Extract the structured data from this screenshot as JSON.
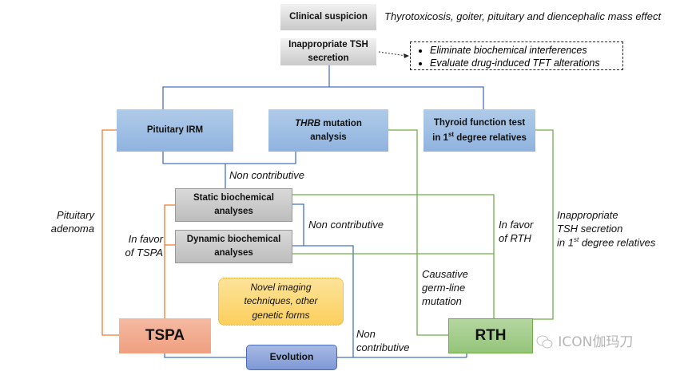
{
  "boxes": {
    "clinical_suspicion": "Clinical suspicion",
    "inappropriate_tsh_1": "Inappropriate TSH",
    "inappropriate_tsh_2": "secretion",
    "pituitary_irm": "Pituitary IRM",
    "thrb_italic": "THRB",
    "thrb_rest": " mutation",
    "thrb_line2": "analysis",
    "tft_line1": "Thyroid function test",
    "tft_line2_pre": "in 1",
    "tft_line2_sup": "st",
    "tft_line2_post": " degree relatives",
    "static_1": "Static biochemical",
    "static_2": "analyses",
    "dynamic_1": "Dynamic biochemical",
    "dynamic_2": "analyses",
    "novel_1": "Novel imaging",
    "novel_2": "techniques, other",
    "novel_3": "genetic forms",
    "tspa": "TSPA",
    "rth": "RTH",
    "evolution": "Evolution"
  },
  "notes": {
    "clinical_description": "Thyrotoxicosis, goiter, pituitary and diencephalic mass effect",
    "checklist": [
      "Eliminate biochemical interferences",
      "Evaluate drug-induced TFT alterations"
    ],
    "non_contributive_1": "Non contributive",
    "non_contributive_2": "Non contributive",
    "non_contributive_3a": "Non",
    "non_contributive_3b": "contributive",
    "pituitary_adenoma_1": "Pituitary",
    "pituitary_adenoma_2": "adenoma",
    "in_favor_tspa_1": "In favor",
    "in_favor_tspa_2": "of TSPA",
    "in_favor_rth_1": "In favor",
    "in_favor_rth_2": "of RTH",
    "causative_1": "Causative",
    "causative_2": "germ-line",
    "causative_3": "mutation",
    "relatives_1": "Inappropriate",
    "relatives_2": "TSH secretion",
    "relatives_3_pre": "in 1",
    "relatives_3_sup": "st",
    "relatives_3_post": " degree relatives"
  },
  "watermark": "ICON伽玛刀",
  "colors": {
    "blue_line": "#4472c4",
    "orange_line": "#ed7d31",
    "green_line": "#70ad47"
  }
}
